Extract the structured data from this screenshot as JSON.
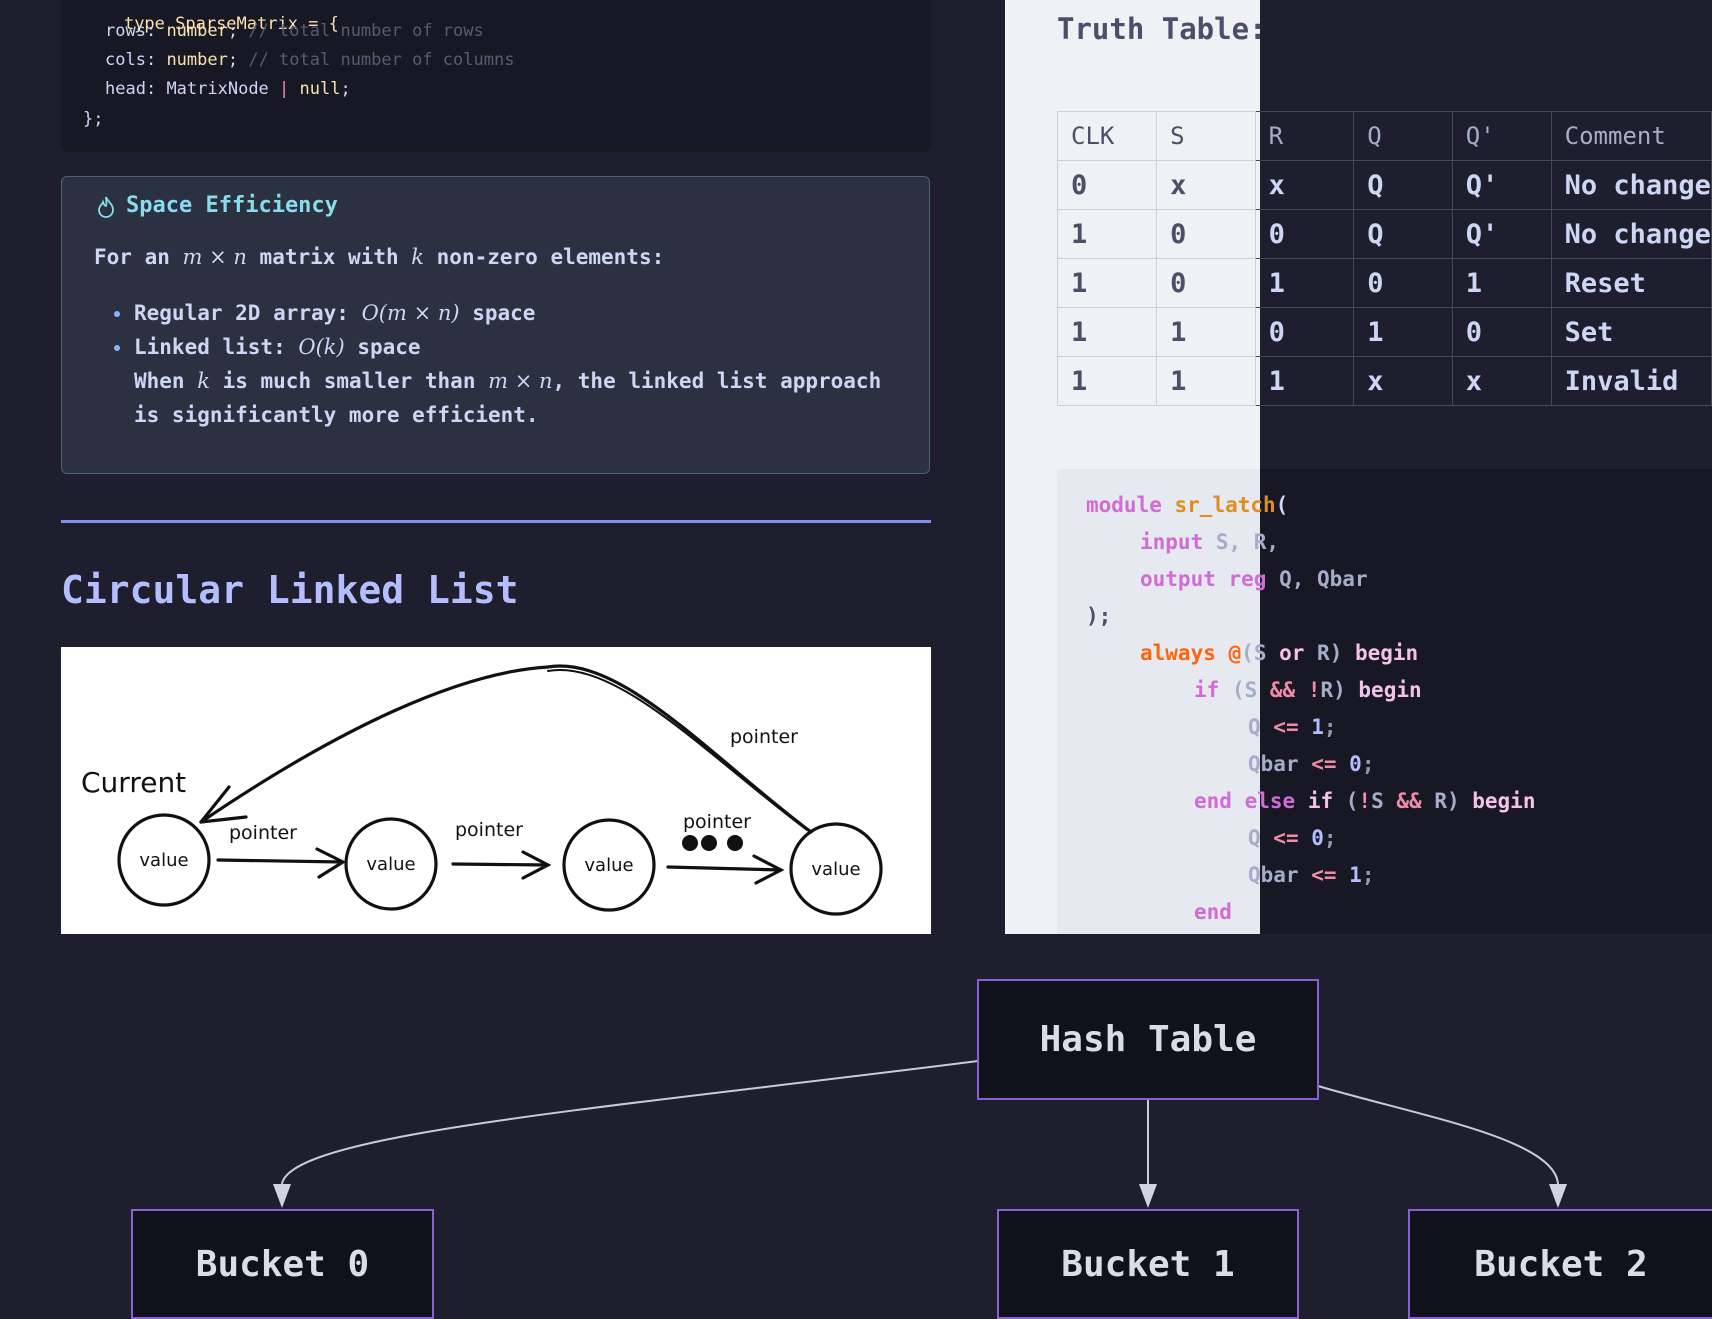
{
  "sparse_code": {
    "line0": "type SparseMatrix = {",
    "rows_key": "rows",
    "rows_type": "number",
    "rows_comment": "// total number of rows",
    "cols_key": "cols",
    "cols_type": "number",
    "cols_comment": "// total number of columns",
    "head_key": "head",
    "head_type": "MatrixNode",
    "head_null": "null",
    "close": "};"
  },
  "callout": {
    "title": "Space Efficiency",
    "intro_pre": "For an ",
    "intro_math": "m × n",
    "intro_mid": " matrix with ",
    "intro_k": "k",
    "intro_post": " non-zero elements:",
    "bullet1_pre": "Regular 2D array: ",
    "bullet1_math": "O(m × n)",
    "bullet1_post": " space",
    "bullet2_pre": "Linked list: ",
    "bullet2_math": "O(k)",
    "bullet2_post": " space",
    "cont1_pre": "When ",
    "cont1_k": "k",
    "cont1_mid": " is much smaller than ",
    "cont1_math": "m × n",
    "cont1_post": ", the linked list approach",
    "cont2": "is significantly more efficient."
  },
  "section_heading": "Circular Linked List",
  "circular_diagram": {
    "current_label": "Current",
    "pointer_label": "pointer",
    "value_label": "value"
  },
  "truth_table": {
    "title": "Truth Table:",
    "headers": [
      "CLK",
      "S",
      "R",
      "Q",
      "Q'",
      "Comment"
    ],
    "rows": [
      [
        "0",
        "x",
        "x",
        "Q",
        "Q'",
        "No change"
      ],
      [
        "1",
        "0",
        "0",
        "Q",
        "Q'",
        "No change"
      ],
      [
        "1",
        "0",
        "1",
        "0",
        "1",
        "Reset"
      ],
      [
        "1",
        "1",
        "0",
        "1",
        "0",
        "Set"
      ],
      [
        "1",
        "1",
        "1",
        "x",
        "x",
        "Invalid"
      ]
    ]
  },
  "verilog": {
    "l1_kw": "module",
    "l1_name": "sr_latch",
    "l2_kw": "input",
    "l2_rest": " S, R,",
    "l3_kw": "output",
    "l3_kw2": "reg",
    "l3_rest": " Q, Qbar",
    "l4": ");",
    "l5_kw": "always",
    "l5_at": "@",
    "l5_mid": "(S ",
    "l5_or": "or",
    "l5_end": " R) ",
    "l5_begin": "begin",
    "l6_if": "if",
    "l6_mid": " (S ",
    "l6_and": "&&",
    "l6_not": " !",
    "l6_r": "R) ",
    "l6_begin": "begin",
    "l7_var": "Q",
    "l7_op": " <= ",
    "l7_val": "1",
    "l8_var": "Qbar",
    "l8_op": " <= ",
    "l8_val": "0",
    "l9_end": "end",
    "l9_else": "else",
    "l9_if": "if",
    "l9_mid": " (",
    "l9_not": "!",
    "l9_s": "S ",
    "l9_and": "&&",
    "l9_r": " R) ",
    "l9_begin": "begin",
    "l10_var": "Q",
    "l10_op": " <= ",
    "l10_val": "0",
    "l11_var": "Qbar",
    "l11_op": " <= ",
    "l11_val": "1",
    "l12_end": "end",
    "semi": ";"
  },
  "hash_diagram": {
    "root": "Hash Table",
    "buckets": [
      "Bucket 0",
      "Bucket 1",
      "Bucket 2"
    ]
  },
  "colors": {
    "background": "#1e1e2e",
    "heading": "#b4befe",
    "callout_title": "#89dceb",
    "node_border": "#8c5fd6"
  }
}
